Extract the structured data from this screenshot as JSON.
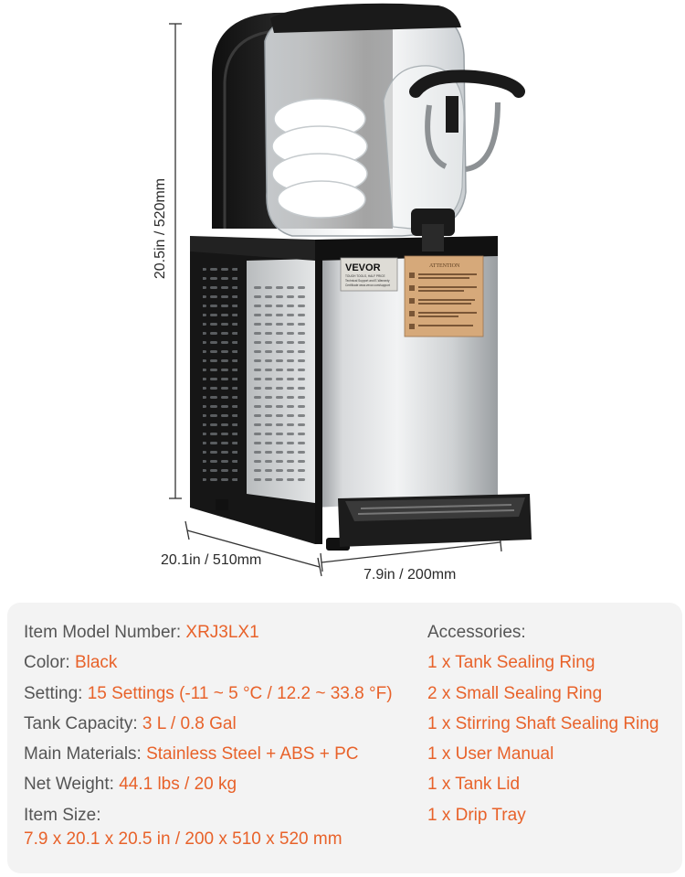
{
  "dimensions": {
    "height": "20.5in / 520mm",
    "depth": "20.1in / 510mm",
    "width": "7.9in / 200mm"
  },
  "product": {
    "brand_plate": {
      "brand": "VEVOR",
      "lines": [
        "TOUGH TOOLS, HALF PRICE",
        "Technical Support and E-Warranty",
        "Certificate www.vevor.com/support"
      ]
    },
    "warning_label_title": "ATTENTION"
  },
  "specs": [
    {
      "label": "Item Model Number: ",
      "value": "XRJ3LX1"
    },
    {
      "label": "Color: ",
      "value": "Black"
    },
    {
      "label": "Setting: ",
      "value": "15 Settings (-11 ~ 5 °C / 12.2 ~ 33.8 °F)"
    },
    {
      "label": "Tank Capacity: ",
      "value": "3 L / 0.8 Gal"
    },
    {
      "label": "Main Materials: ",
      "value": "Stainless Steel + ABS + PC"
    },
    {
      "label": "Net Weight: ",
      "value": "44.1 lbs / 20 kg"
    },
    {
      "label": "Item Size:",
      "value": "7.9 x 20.1 x 20.5 in / 200 x 510 x 520 mm"
    }
  ],
  "accessories": {
    "title": "Accessories:",
    "items": [
      "1 x Tank Sealing Ring",
      "2 x Small Sealing Ring",
      "1 x Stirring Shaft Sealing Ring",
      "1 x User Manual",
      "1 x Tank Lid",
      "1 x Drip Tray"
    ]
  },
  "colors": {
    "accent": "#e8622a",
    "label": "#555555",
    "panel": "#f3f3f3",
    "machine_black": "#1a1a1a",
    "steel": "#c9ccce"
  }
}
